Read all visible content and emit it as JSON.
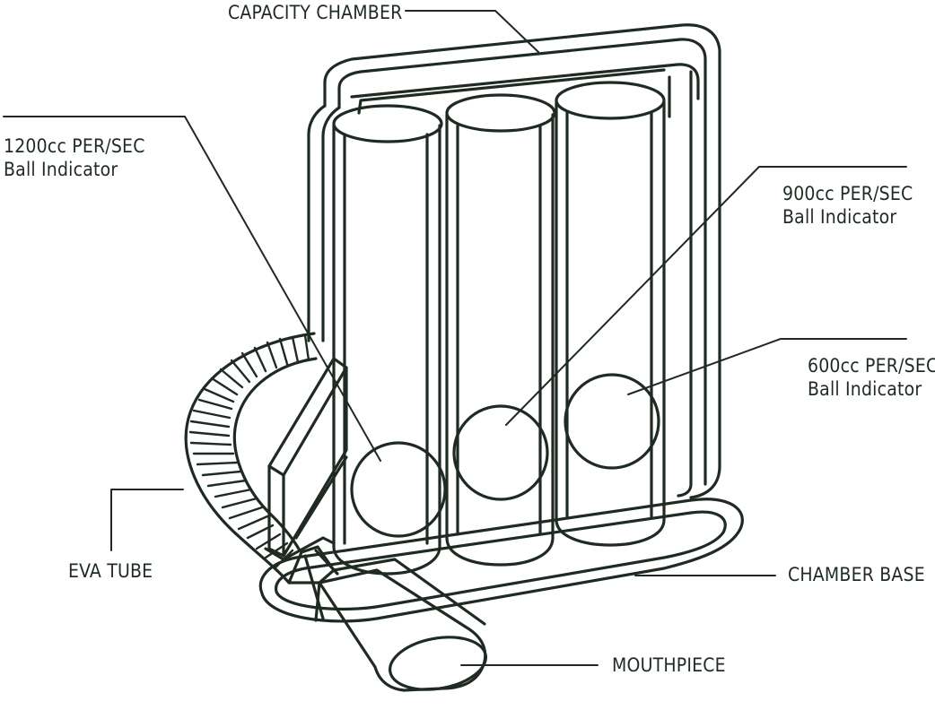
{
  "colors": {
    "ink": "#1f2b22",
    "background": "#ffffff"
  },
  "labels": {
    "capacity_chamber": "CAPACITY CHAMBER",
    "ball_1200": {
      "line1": "1200cc PER/SEC",
      "line2": "Ball Indicator"
    },
    "ball_900": {
      "line1": "900cc PER/SEC",
      "line2": "Ball Indicator"
    },
    "ball_600": {
      "line1": "600cc PER/SEC",
      "line2": "Ball Indicator"
    },
    "eva_tube": "EVA TUBE",
    "chamber_base": "CHAMBER BASE",
    "mouthpiece": "MOUTHPIECE"
  }
}
